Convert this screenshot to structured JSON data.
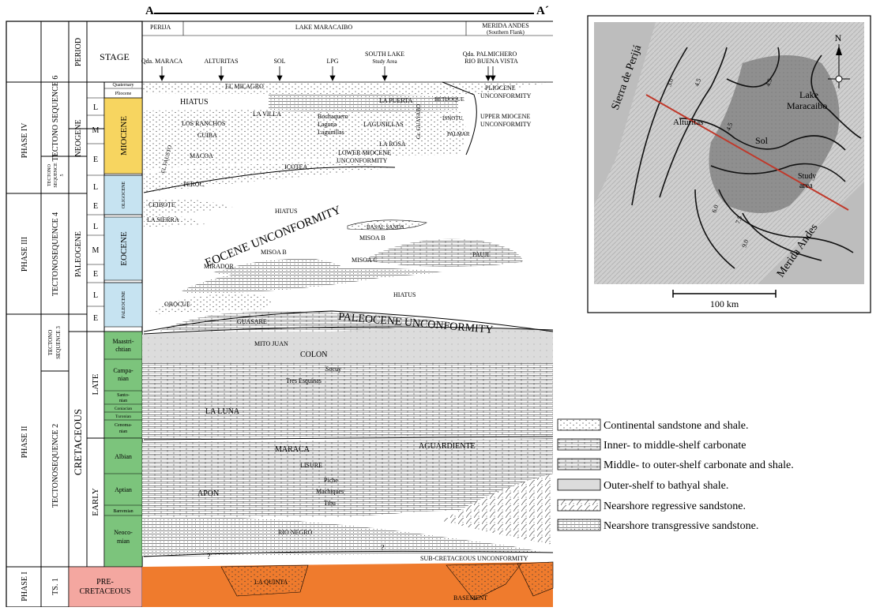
{
  "section": {
    "start": "A",
    "end": "A´"
  },
  "regions": {
    "perija": "PERIJA",
    "lake": "LAKE MARACAIBO",
    "andes": "MERIDA ANDES",
    "andes_sub": "(Southern Flank)"
  },
  "headers": {
    "period": "PERIOD",
    "stage": "STAGE"
  },
  "wells": {
    "maraca": "Qda. MARACA",
    "alturitas": "ALTURITAS",
    "sol": "SOL",
    "lpg": "LPG",
    "south_lake": "SOUTH LAKE",
    "study_area": "Study Area",
    "palmichero": "Qda. PALMICHERO",
    "buena_vista": "RIO BUENA VISTA"
  },
  "phases": [
    "PHASE IV",
    "PHASE III",
    "PHASE II",
    "PHASE I"
  ],
  "tectono": {
    "t6": "TECTONO SEQUENCE 6",
    "t5a": "TECTONO",
    "t5b": "SEQUENCE",
    "t5c": "5",
    "t4": "TECTONOSEQUENCE 4",
    "t3a": "TECTONO",
    "t3b": "SEQUENCE 3",
    "t2": "TECTONOSEQUENCE 2",
    "ts": "TS. 1"
  },
  "periods": {
    "neogene": "NEOGENE",
    "paleogene": "PALEOGENE",
    "cretaceous": "CRETACEOUS",
    "precret": "PRE-",
    "precret2": "CRETACEOUS"
  },
  "epochs": {
    "quaternary": "Quaternary",
    "pliocene": "Pliocene",
    "miocene": "MIOCENE",
    "oligocene": "OLIGOCENE",
    "eocene": "EOCENE",
    "paleocene": "PALEOCENE",
    "late": "LATE",
    "early": "EARLY",
    "L": "L",
    "M": "M",
    "E": "E"
  },
  "stages": {
    "maas1": "Maastri-",
    "maas2": "chtian",
    "camp1": "Campa-",
    "camp2": "nian",
    "santo1": "Santo-",
    "santo2": "nian",
    "coniac": "Coniacian",
    "turon": "Turonian",
    "cenom1": "Cenoma-",
    "cenom2": "nian",
    "albian": "Albian",
    "aptian": "Aptian",
    "barrem": "Barremian",
    "neoc1": "Neoco-",
    "neoc2": "mian"
  },
  "formations": {
    "el_milagro": "EL MILAGRO",
    "hiatus": "HIATUS",
    "la_puerta": "LA PUERTA",
    "la_villa": "LA VILLA",
    "los_ranchos": "LOS RANCHOS",
    "bochaquero": "Bochaquero",
    "laguna": "Laguna",
    "lagunillas_s": "Lagunillas",
    "lagunillas": "LAGUNILLAS",
    "cuiba": "CUIBA",
    "la_rosa": "LA ROSA",
    "macoa": "MACOA",
    "el_fausto": "EL FAUSTO",
    "icotea": "ICOTEA",
    "peroc": "PEROC",
    "guayabo": "Gr. GUAYABO",
    "betijoque": "BETIJOQUE",
    "isnotu": "ISNOTU",
    "palmar": "PALMAR",
    "cebote": "CEIBOTE",
    "la_sierra": "LA SIERRA",
    "basal_sands": "BASAL SANDS",
    "misoa_b": "MISOA B",
    "misoa_b2": "MISOA B",
    "misoa_c": "MISOA C",
    "pauji": "PAUJI",
    "mirador": "MIRADOR",
    "orocue": "OROCUE",
    "guasare": "GUASARE",
    "mito_juan": "MITO JUAN",
    "colon": "COLON",
    "socuy": "Socuy",
    "tres_esquinas": "Tres Esquinas",
    "la_luna": "LA LUNA",
    "maraca": "MARACA",
    "aguardiente": "AGUARDIENTE",
    "lisure": "LISURE",
    "piche": "Piche",
    "apon": "APON",
    "machiques": "Machiques",
    "tibu": "Tibu",
    "rio_negro": "RIO NEGRO",
    "la_quinta": "LA QUINTA",
    "basement": "BASEMENT",
    "q": "?"
  },
  "unconformities": {
    "pliocene": "PLIOCENE",
    "pliocene2": "UNCONFORMITY",
    "upper_miocene": "UPPER MIOCENE",
    "upper_miocene2": "UNCONFORMITY",
    "lower_miocene": "LOWER MIOCENE",
    "lower_miocene2": "UNCONFORMITY",
    "eocene": "EOCENE UNCONFORMITY",
    "paleocene": "PALEOCENE UNCONFORMITY",
    "subcret": "SUB-CRETACEOUS UNCONFORMITY"
  },
  "map": {
    "sierra": "Sierra de Perijá",
    "lake1": "Lake",
    "lake2": "Maracaibo",
    "alturitas": "Alturitas",
    "sol": "Sol",
    "study1": "Study",
    "study2": "area",
    "andes": "Merida Andes",
    "scale": "100 km",
    "north": "N",
    "c1": "3.0",
    "c2": "4.5",
    "c3": "4.5",
    "c4": "4.5",
    "c5": "6.0",
    "c6": "7.5",
    "c7": "9.0"
  },
  "legend": {
    "items": [
      "Continental sandstone and shale.",
      "Inner- to middle-shelf carbonate",
      "Middle- to outer-shelf carbonate and shale.",
      "Outer-shelf to bathyal shale.",
      "Nearshore regressive sandstone.",
      "Nearshore transgressive sandstone."
    ]
  },
  "colors": {
    "miocene": "#f7d560",
    "blue": "#c6e3f1",
    "green": "#7cc47c",
    "pink": "#f4a7a0",
    "basement": "#ef7b2d",
    "shale": "#dcdcdc"
  }
}
